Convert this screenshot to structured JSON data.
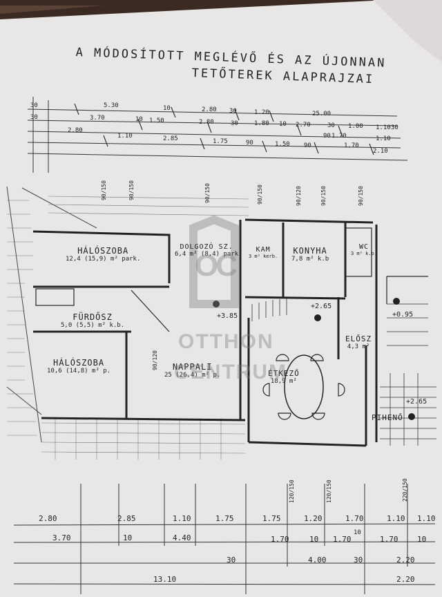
{
  "title": {
    "line1": "A MÓDOSÍTOTT MEGLÉVŐ ÉS AZ ÚJONNAN",
    "line2": "TETŐTEREK ALAPRAJZAI"
  },
  "rooms": [
    {
      "id": "haloszoba1",
      "name": "HÁLÓSZOBA",
      "area": "12,4 (15,9) m² park."
    },
    {
      "id": "dolgozo",
      "name": "DOLGOZÓ SZ.",
      "area": "6,4 m² (8,4) park"
    },
    {
      "id": "kam",
      "name": "KAM",
      "area": "3 m² kerb."
    },
    {
      "id": "konyha",
      "name": "KONYHA",
      "area": "7,8 m² k.b"
    },
    {
      "id": "wc",
      "name": "WC",
      "area": "3 m² k.b."
    },
    {
      "id": "furdo",
      "name": "FÜRDŐSZ",
      "area": "5,0 (5,5) m² k.b."
    },
    {
      "id": "haloszoba2",
      "name": "HÁLÓSZOBA",
      "area": "10,6 (14,8) m² p."
    },
    {
      "id": "nappali",
      "name": "NAPPALI",
      "area": "25 (26,4) m² p."
    },
    {
      "id": "etkezo",
      "name": "ÉTKEZŐ",
      "area": "18,9 m²"
    },
    {
      "id": "elosz",
      "name": "ELŐSZ",
      "area": "4,3 m²"
    },
    {
      "id": "piheno",
      "name": "PIHENŐ",
      "area": ""
    }
  ],
  "elevations": [
    "+3.85",
    "+2.65",
    "+0.95",
    "+2.65"
  ],
  "top_dims": {
    "row1": [
      "5.30",
      "10",
      "2.80",
      "30",
      "1.20",
      "25.00"
    ],
    "row2": [
      "3.70",
      "10",
      "1.50",
      "2.80",
      "30",
      "1.80",
      "10",
      "2.70",
      "30",
      "1.00",
      "1.10",
      "30"
    ],
    "row3": [
      "2.80",
      "1.10",
      "2.85",
      "1.75",
      "90",
      "1.50",
      "90",
      "1.70",
      "2.10"
    ],
    "row4": [
      "90",
      "1.70",
      "1.10"
    ],
    "left": [
      "30",
      "30"
    ]
  },
  "bottom_dims": {
    "row1": [
      "2.80",
      "2.85",
      "1.10",
      "1.75",
      "1.75",
      "1.20",
      "1.70",
      "1.10",
      "1.10"
    ],
    "row2": [
      "3.70",
      "10",
      "4.40",
      "1.70",
      "10",
      "1.70",
      "10",
      "1.70",
      "10"
    ],
    "row3": [
      "30",
      "4.00",
      "30",
      "2.20"
    ],
    "row4": [
      "13.10",
      "2.20"
    ]
  },
  "window_dims": [
    "90/150",
    "90/150",
    "90/150",
    "90/150",
    "90/120",
    "90/150",
    "90/150",
    "90/120",
    "120/150",
    "120/150",
    "220/150"
  ],
  "watermark": {
    "logo": "OC",
    "line1": "OTTHON",
    "line2": "CENTRUM"
  }
}
